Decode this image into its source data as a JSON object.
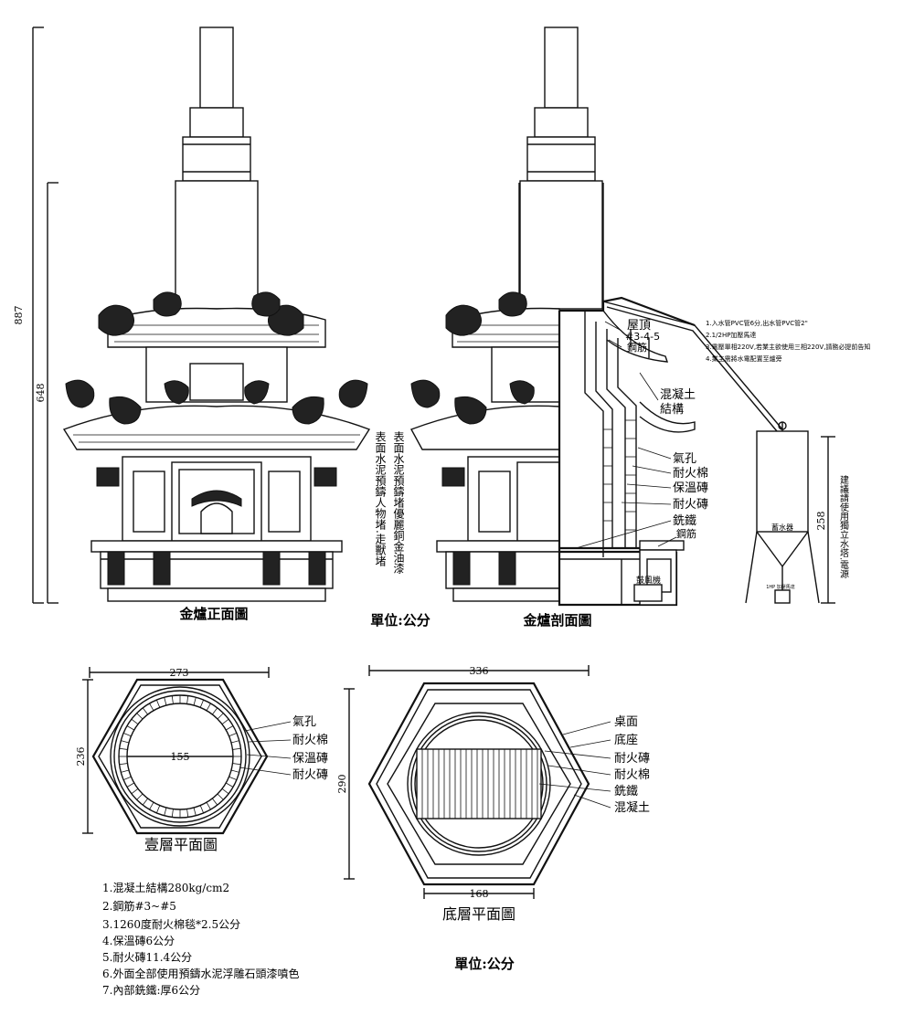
{
  "front_view": {
    "caption": "金爐正面圖",
    "dim_total": "887",
    "dim_lower": "648",
    "vertical_note_1": "表面水泥預鑄堵優麗銅金油漆",
    "vertical_note_2": "表面水泥預鑄人物堵.走獸堵"
  },
  "section_view": {
    "caption": "金爐剖面圖",
    "unit": "單位:公分",
    "labels": {
      "roof": "屋頂",
      "rebar_sizes": "#3-4-5",
      "rebar_top": "鋼筋",
      "concrete": "混凝土",
      "structure": "結構",
      "air_hole": "氣孔",
      "fire_blanket": "耐火棉",
      "insulation_brick": "保溫磚",
      "fire_brick": "耐火磚",
      "cast_iron": "銑鐵",
      "rebar_bottom": "鋼筋",
      "blower": "鼓風機"
    },
    "spec_notes": [
      "1.入水管PVC管6分,出水管PVC管2\"",
      "2.1/2HP加壓馬達",
      "3.電壓單相220V,若業主欲使用三相220V,請務必提前告知",
      "4.業主需將水電配置至爐旁"
    ],
    "water_tower": {
      "label": "蓄水器",
      "pump_label": "1HP 加壓馬達",
      "dim_height": "258",
      "vertical_note": "建議請使用獨立水塔.電源"
    }
  },
  "plan_first": {
    "caption": "壹層平面圖",
    "dim_width": "273",
    "dim_height": "236",
    "dim_inner": "155",
    "labels": [
      "氣孔",
      "耐火棉",
      "保溫磚",
      "耐火磚"
    ]
  },
  "plan_base": {
    "caption": "底層平面圖",
    "unit": "單位:公分",
    "dim_width": "336",
    "dim_height": "290",
    "dim_inner": "168",
    "labels": [
      "桌面",
      "底座",
      "耐火磚",
      "耐火棉",
      "銑鐵",
      "混凝土"
    ]
  },
  "material_notes": [
    "1.混凝土結構280kg/cm2",
    "2.鋼筋#3~#5",
    "3.1260度耐火棉毯*2.5公分",
    "4.保溫磚6公分",
    "5.耐火磚11.4公分",
    "6.外面全部使用預鑄水泥浮雕石頭漆噴色",
    "7.內部銑鐵:厚6公分"
  ]
}
